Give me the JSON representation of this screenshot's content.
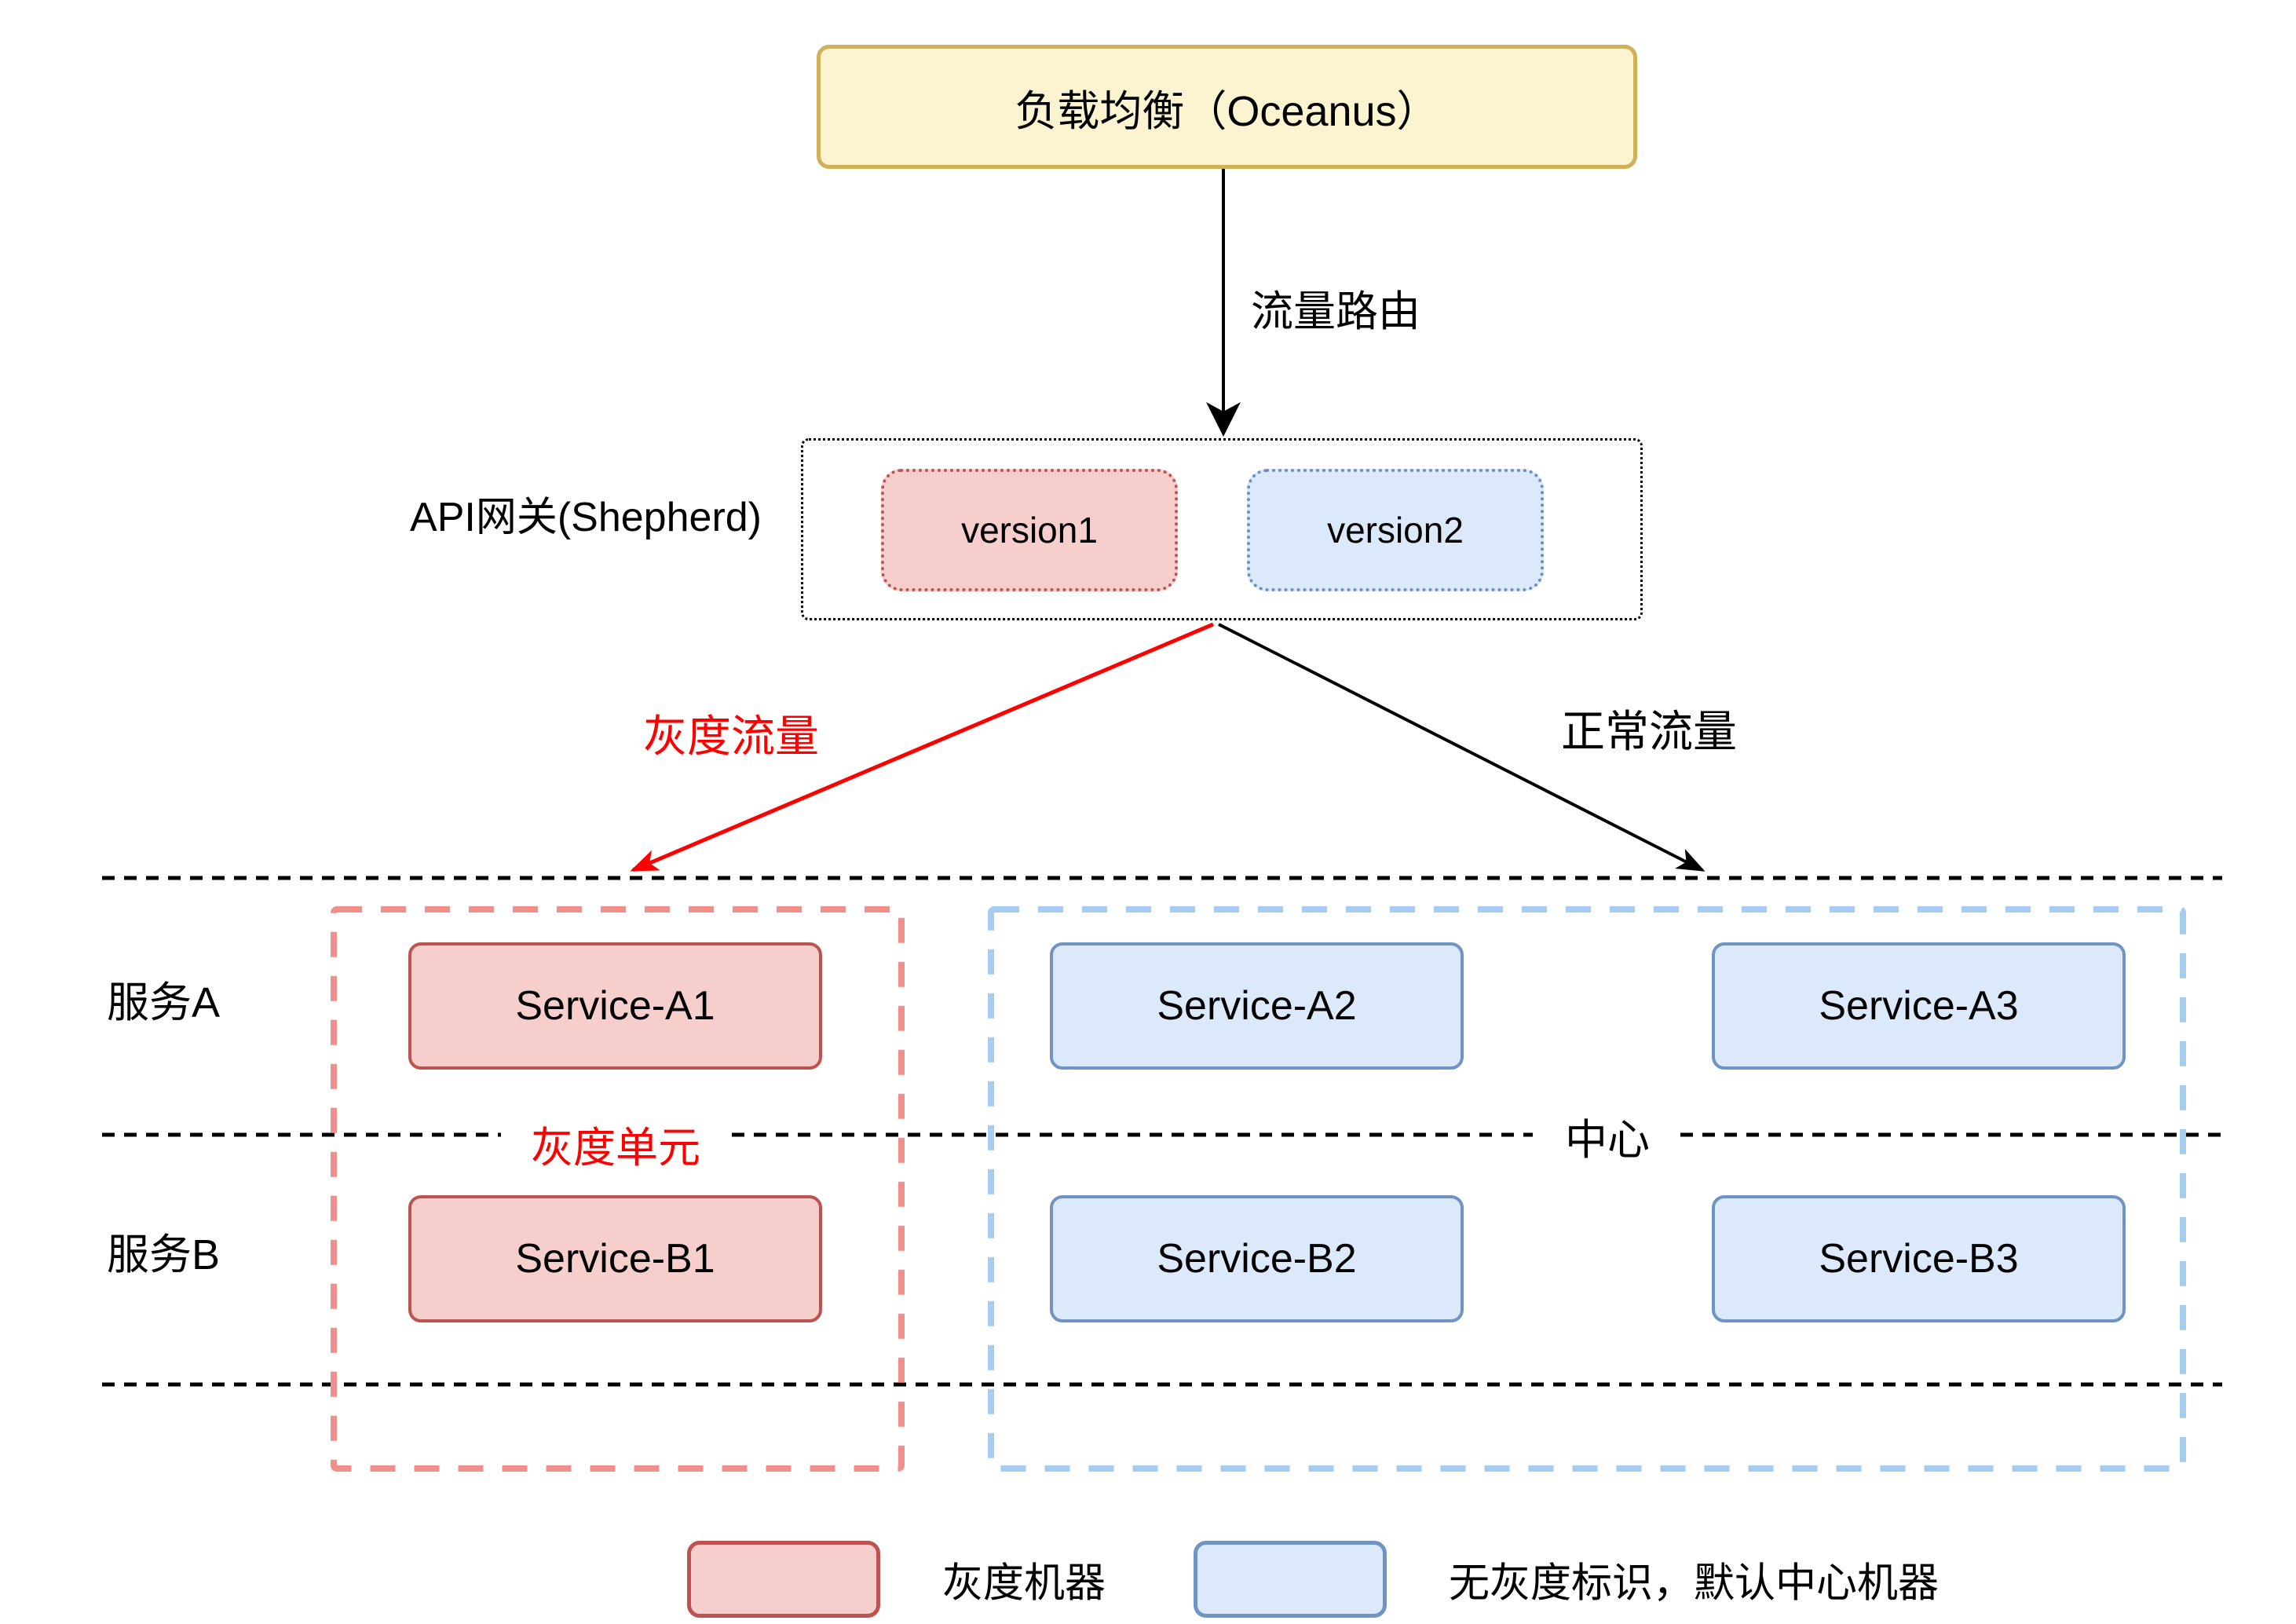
{
  "diagram": {
    "load_balancer": {
      "label": "负载均衡（Oceanus）"
    },
    "flow": {
      "route_label": "流量路由",
      "gray_label": "灰度流量",
      "normal_label": "正常流量"
    },
    "gateway": {
      "label": "API网关(Shepherd)",
      "versions": [
        {
          "name": "version1"
        },
        {
          "name": "version2"
        }
      ]
    },
    "rows": [
      {
        "label": "服务A"
      },
      {
        "label": "服务B"
      }
    ],
    "gray_unit": {
      "label": "灰度单元",
      "services": [
        {
          "name": "Service-A1"
        },
        {
          "name": "Service-B1"
        }
      ]
    },
    "center_unit": {
      "label": "中心",
      "row_a_services": [
        {
          "name": "Service-A2"
        },
        {
          "name": "Service-A3"
        }
      ],
      "row_b_services": [
        {
          "name": "Service-B2"
        },
        {
          "name": "Service-B3"
        }
      ]
    },
    "legend": {
      "items": [
        {
          "label": "灰度机器"
        },
        {
          "label": "无灰度标识，默认中心机器"
        }
      ]
    },
    "colors": {
      "load_balancer_fill": "#fcf3d0",
      "load_balancer_border": "#d2b057",
      "gray_fill": "#f6cecc",
      "gray_border": "#bd5350",
      "center_fill": "#dbe9fb",
      "center_border": "#6f94c4",
      "gray_accent": "#ff0000",
      "gray_zone_border": "#f0908d",
      "center_zone_border": "#a6ccf2"
    }
  }
}
